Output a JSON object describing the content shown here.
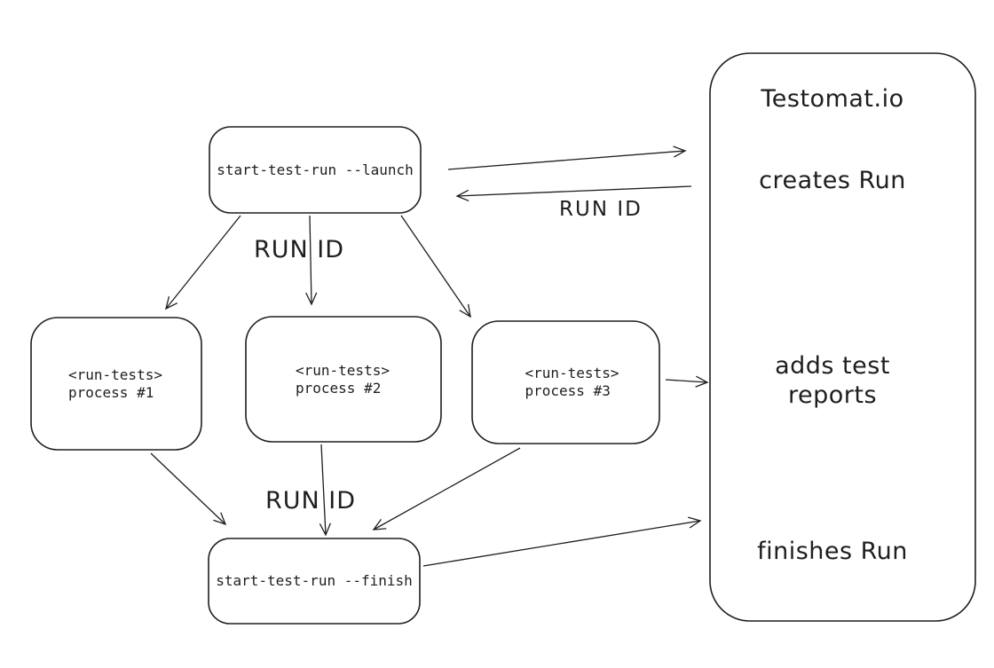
{
  "canvas": {
    "background": "#ffffff",
    "stroke_color": "#1e1e1e"
  },
  "nodes": {
    "launch": {
      "label": "start-test-run --launch"
    },
    "process_1": {
      "line1": "<run-tests>",
      "line2": "process #1"
    },
    "process_2": {
      "line1": "<run-tests>",
      "line2": "process #2"
    },
    "process_3": {
      "line1": "<run-tests>",
      "line2": "process #3"
    },
    "finish": {
      "label": "start-test-run --finish"
    },
    "service": {
      "title": "Testomat.io",
      "step_creates": "creates Run",
      "step_adds": "adds test reports",
      "step_finishes": "finishes Run"
    }
  },
  "edge_labels": {
    "run_id_return": "RUN ID",
    "run_id_spawn": "RUN ID",
    "run_id_collect": "RUN ID"
  }
}
